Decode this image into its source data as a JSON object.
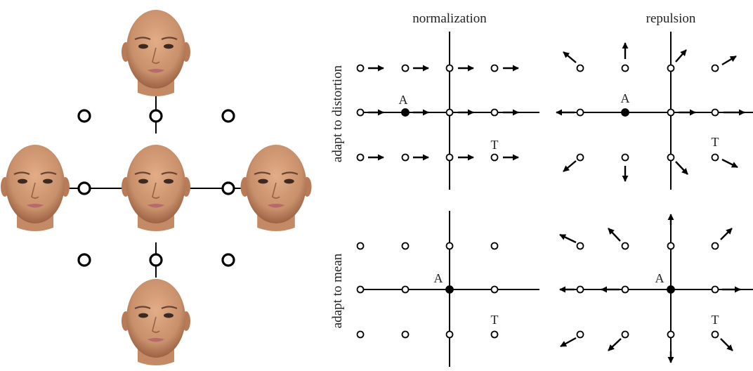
{
  "column_titles": [
    "normalization",
    "repulsion"
  ],
  "row_titles": [
    "adapt to distortion",
    "adapt to mean"
  ],
  "point_labels": {
    "adaptor": "A",
    "test": "T"
  },
  "colors": {
    "ink": "#000000",
    "background": "#ffffff",
    "skin": "#d8a07c",
    "skin_shadow": "#a86a48",
    "lips": "#b86a6a"
  },
  "face_morph_grid": {
    "faces": [
      "top",
      "left",
      "center",
      "right",
      "bottom"
    ],
    "markers": "open circles on a 3x3 lattice"
  },
  "panels": [
    {
      "id": "normalization-distortion",
      "row": "adapt to distortion",
      "column": "normalization",
      "adaptor_label_point": [
        0,
        0
      ],
      "test_label_point": [
        2,
        -1
      ],
      "filled_point": [
        0,
        0
      ],
      "field": "translate-right"
    },
    {
      "id": "repulsion-distortion",
      "row": "adapt to distortion",
      "column": "repulsion",
      "adaptor_label_point": [
        0,
        0
      ],
      "test_label_point": [
        2,
        -1
      ],
      "filled_point": [
        0,
        0
      ],
      "field": "radial-from-adaptor"
    },
    {
      "id": "normalization-mean",
      "row": "adapt to mean",
      "column": "normalization",
      "adaptor_label_point": [
        0,
        0
      ],
      "test_label_point": [
        1,
        -1
      ],
      "filled_point": [
        0,
        0
      ],
      "field": "none"
    },
    {
      "id": "repulsion-mean",
      "row": "adapt to mean",
      "column": "repulsion",
      "adaptor_label_point": [
        0,
        0
      ],
      "test_label_point": [
        1,
        -1
      ],
      "filled_point": [
        0,
        0
      ],
      "field": "radial-from-adaptor"
    }
  ]
}
